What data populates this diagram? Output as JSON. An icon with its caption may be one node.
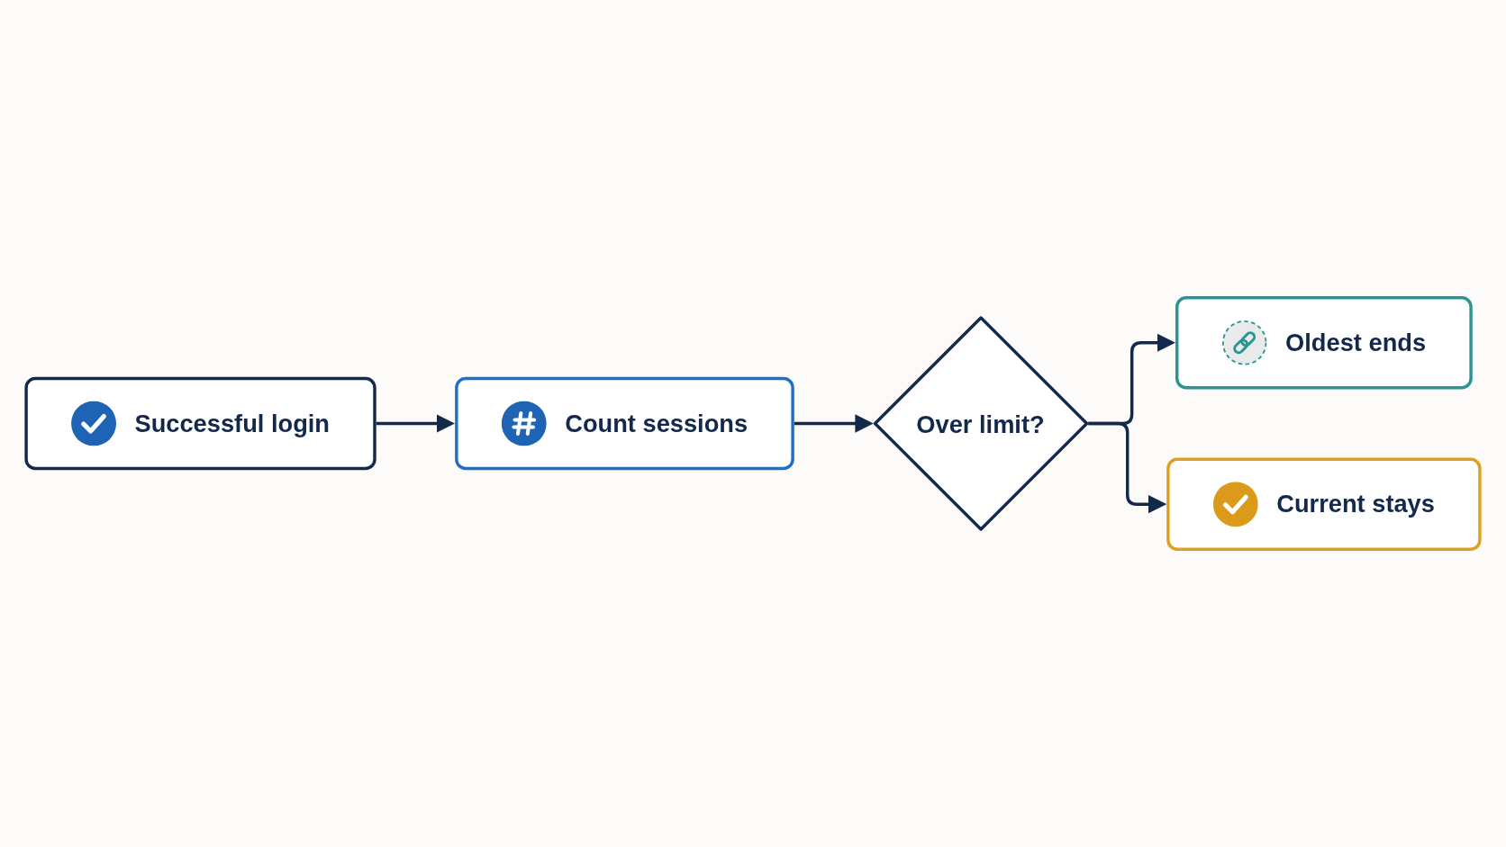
{
  "diagram": {
    "nodes": [
      {
        "text": [
          "Successful login"
        ]
      },
      {
        "text": [
          "Count sessions"
        ]
      },
      {
        "text": [
          "Over limit?"
        ]
      },
      {
        "text": [
          "Oldest ends"
        ]
      },
      {
        "text": [
          "Current stays"
        ]
      }
    ],
    "edges": [
      {
        "from": 0,
        "to": 1,
        "arrow": "to"
      },
      {
        "from": 1,
        "to": 2,
        "arrow": "to"
      },
      {
        "from": 2,
        "to": 3,
        "arrow": "to"
      },
      {
        "from": 2,
        "to": 4,
        "arrow": "to"
      }
    ]
  }
}
